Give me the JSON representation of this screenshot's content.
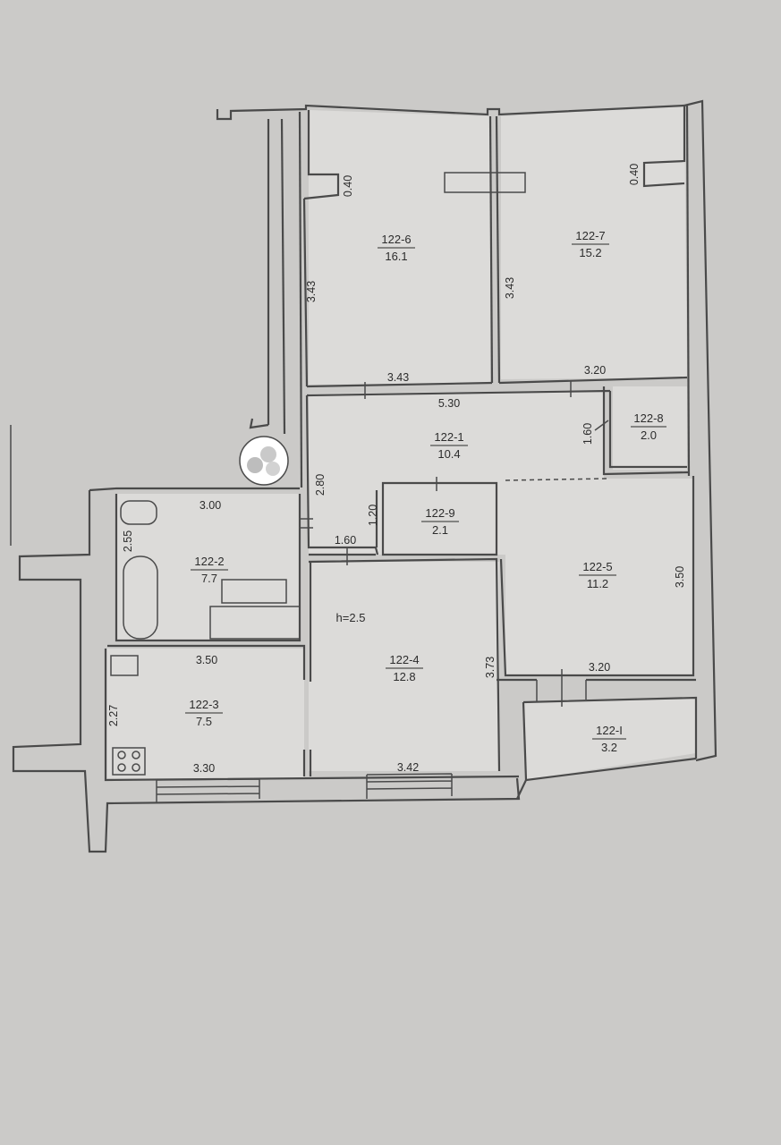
{
  "rooms": [
    {
      "id": "122-6",
      "area": "16.1"
    },
    {
      "id": "122-7",
      "area": "15.2"
    },
    {
      "id": "122-8",
      "area": "2.0"
    },
    {
      "id": "122-1",
      "area": "10.4"
    },
    {
      "id": "122-9",
      "area": "2.1"
    },
    {
      "id": "122-2",
      "area": "7.7"
    },
    {
      "id": "122-5",
      "area": "11.2"
    },
    {
      "id": "122-4",
      "area": "12.8"
    },
    {
      "id": "122-3",
      "area": "7.5"
    },
    {
      "id": "122-I",
      "area": "3.2"
    }
  ],
  "dimensions": {
    "r6_notch": "0.40",
    "r7_notch": "0.40",
    "r6_height": "3.43",
    "r7_height": "3.43",
    "r6_width": "3.43",
    "r7_width": "3.20",
    "hall_width": "5.30",
    "r8_height": "1.60",
    "hall_height": "2.80",
    "r9_height": "1.20",
    "passage_width": "1.60",
    "bath_width": "3.00",
    "bath_height": "2.55",
    "kitchen_top": "3.50",
    "kitchen_height": "2.27",
    "kitchen_bottom": "3.30",
    "living_width": "3.42",
    "living_height": "3.73",
    "r5_height": "3.50",
    "r5_width": "3.20"
  },
  "ceiling_height": "h=2.5"
}
